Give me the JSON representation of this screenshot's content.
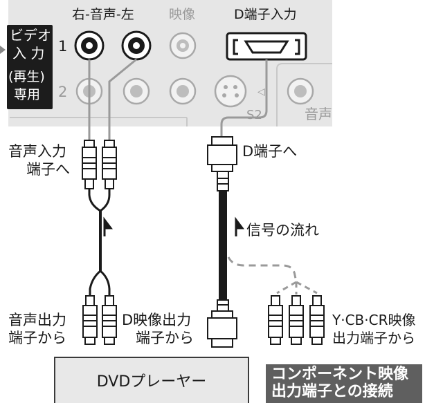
{
  "panel": {
    "audio_heading": "右-音声-左",
    "video_heading": "映像",
    "d_input_heading": "D端子入力",
    "input_label_line1": "ビデオ",
    "input_label_line2": "入 力",
    "input_label_line3": "(再生)",
    "input_label_line4": "専用",
    "row1_number": "1",
    "row2_number": "2",
    "s2_label": "S2",
    "s2_arrow": "◁",
    "cut_label": "音声"
  },
  "labels": {
    "audio_in_line1": "音声入力",
    "audio_in_line2": "端子へ",
    "d_terminal_to": "D端子へ",
    "signal_flow": "信号の流れ",
    "audio_out_line1": "音声出力",
    "audio_out_line2": "端子から",
    "d_video_out_line1": "D映像出力",
    "d_video_out_line2": "端子から",
    "component_out_line1": "Y·CB·CR映像",
    "component_out_line2": "出力端子から"
  },
  "device": {
    "name": "DVDプレーヤー"
  },
  "caption": {
    "line1": "コンポーネント映像",
    "line2": "出力端子との接続"
  },
  "colors": {
    "panel_fill": "#e6e6e6",
    "dark": "#1c1c1c",
    "cable": "#1a1a1a",
    "dashed": "#9a9a9a",
    "caption_fill": "#5f5f5f"
  }
}
